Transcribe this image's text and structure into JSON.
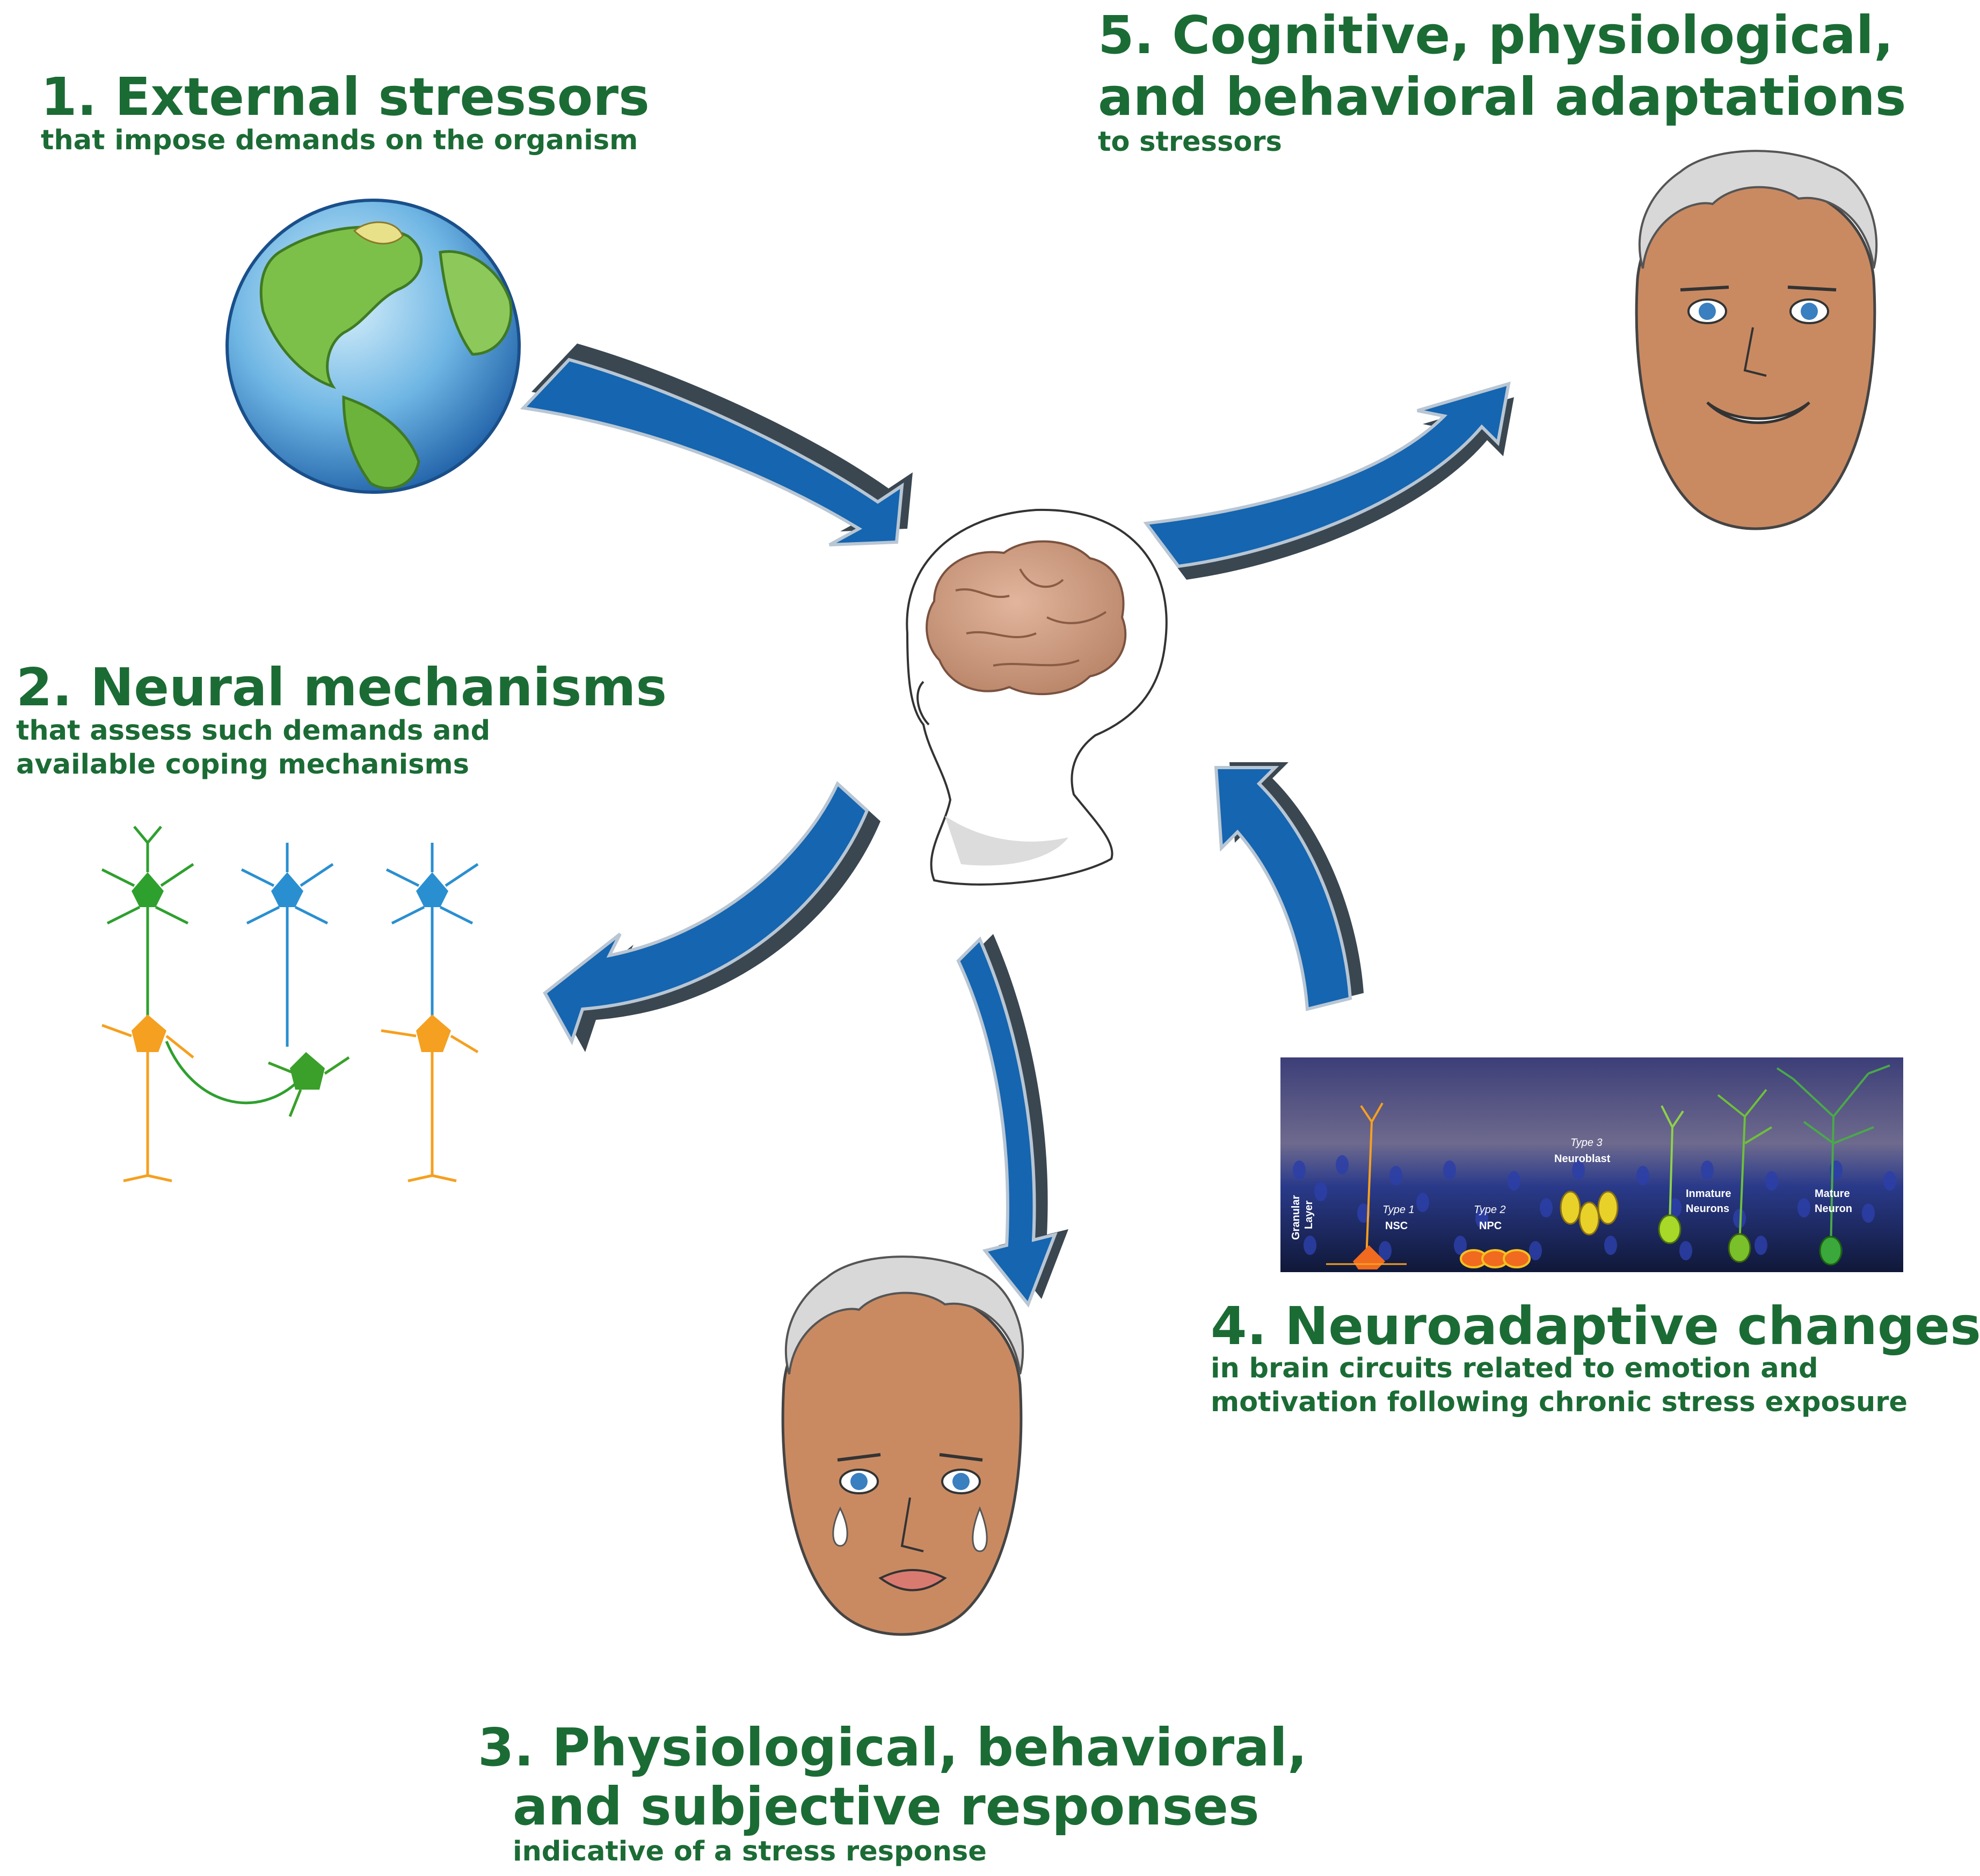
{
  "stages": {
    "s1": {
      "title": "1. External stressors",
      "subtitle": "that impose demands on the organism"
    },
    "s2": {
      "title": "2. Neural mechanisms",
      "subtitle_line1": "that assess such demands and",
      "subtitle_line2": "available coping mechanisms"
    },
    "s3": {
      "title_line1": "3. Physiological, behavioral,",
      "title_line2": "and subjective responses",
      "subtitle": "indicative of a stress response"
    },
    "s4": {
      "title": "4. Neuroadaptive changes",
      "subtitle_line1": "in brain circuits related to emotion and",
      "subtitle_line2": "motivation following chronic stress exposure"
    },
    "s5": {
      "title_line1": "5. Cognitive, physiological,",
      "title_line2": "and behavioral adaptations",
      "subtitle": "to stressors"
    }
  },
  "neurogenesis": {
    "layer_line1": "Granular",
    "layer_line2": "Layer",
    "cells": [
      {
        "type": "Type 1",
        "name": "NSC"
      },
      {
        "type": "Type 2",
        "name": "NPC"
      },
      {
        "type": "Type 3",
        "name": "Neuroblast"
      },
      {
        "type": "",
        "name_line1": "Inmature",
        "name_line2": "Neurons"
      },
      {
        "type": "",
        "name_line1": "Mature",
        "name_line2": "Neuron"
      }
    ]
  },
  "colors": {
    "text_green": "#1b6b35",
    "arrow_blue": "#1565b0",
    "arrow_dark": "#3a4650",
    "skin": "#c98a62",
    "eyes": "#3a7fc0"
  },
  "icons": [
    "globe-icon",
    "neurons-icon",
    "brain-head-icon",
    "crying-face-icon",
    "smiling-face-icon",
    "neurogenesis-panel"
  ]
}
